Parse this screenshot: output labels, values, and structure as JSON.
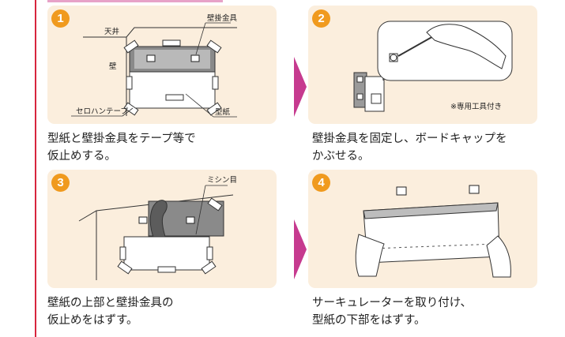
{
  "colors": {
    "panel_bg": "#fbeedd",
    "badge": "#f09a1e",
    "arrow": "#c63a8f",
    "side_rule": "#d7263d"
  },
  "steps": [
    {
      "number": "1",
      "labels": {
        "ceiling": "天井",
        "wall": "壁",
        "bracket": "壁掛金具",
        "tape": "セロハンテープ",
        "template": "型紙"
      },
      "caption_line1": "型紙と壁掛金具をテープ等で",
      "caption_line2": "仮止めする。"
    },
    {
      "number": "2",
      "labels": {
        "tool_note": "※専用工具付き"
      },
      "caption_line1": "壁掛金具を固定し、ボードキャップを",
      "caption_line2": "かぶせる。"
    },
    {
      "number": "3",
      "labels": {
        "perforation": "ミシン目"
      },
      "caption_line1": "壁紙の上部と壁掛金具の",
      "caption_line2": "仮止めをはずす。"
    },
    {
      "number": "4",
      "labels": {},
      "caption_line1": "サーキュレーターを取り付け、",
      "caption_line2": "型紙の下部をはずす。"
    }
  ]
}
